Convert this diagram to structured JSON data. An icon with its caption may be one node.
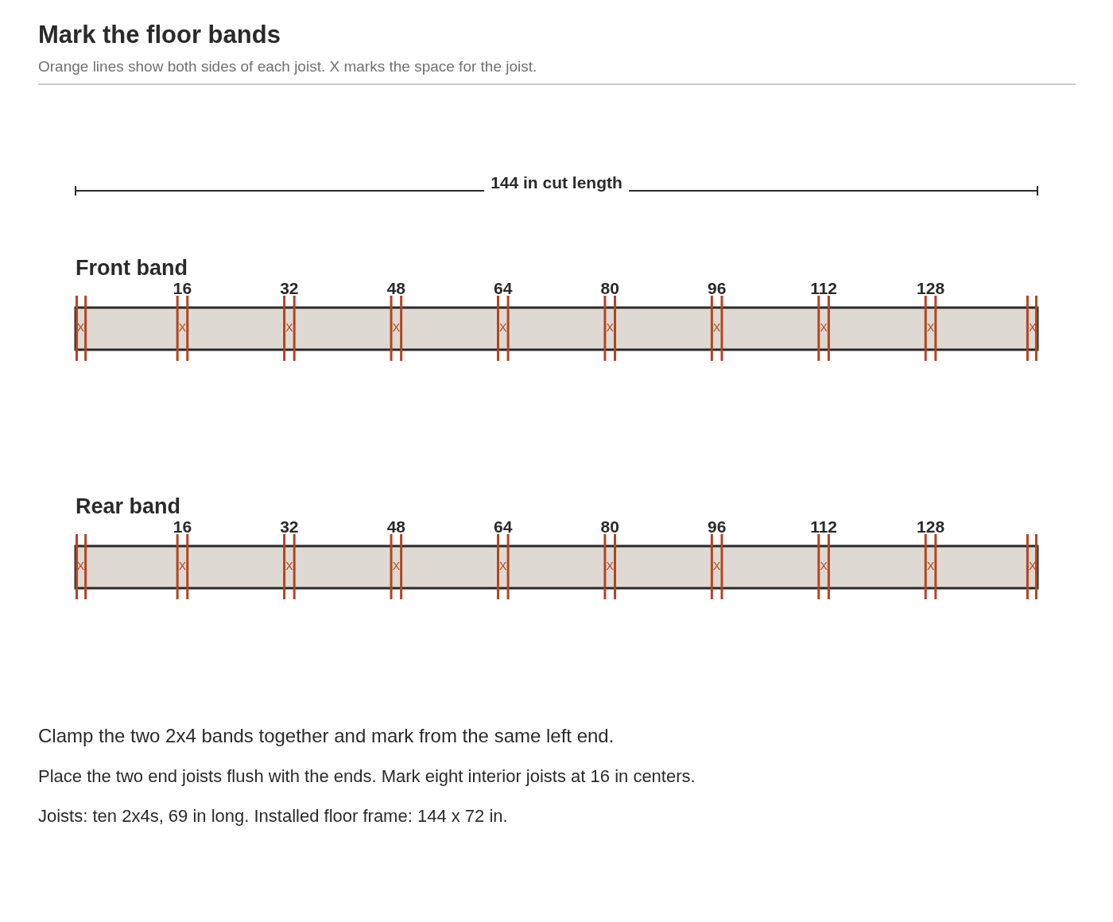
{
  "diagram": {
    "title": "Mark the floor bands",
    "nodes": [
      {
        "text": [
          "Front band",
          "X",
          "X",
          "X",
          "X",
          "X",
          "X",
          "X",
          "X",
          "X",
          "X"
        ],
        "beside": [
          "16",
          "32",
          "48",
          "64",
          "80",
          "96",
          "112",
          "128"
        ]
      },
      {
        "text": [
          "Rear band",
          "X",
          "X",
          "X",
          "X",
          "X",
          "X",
          "X",
          "X",
          "X",
          "X"
        ],
        "beside": [
          "16",
          "32",
          "48",
          "64",
          "80",
          "96",
          "112",
          "128"
        ]
      }
    ],
    "labels": [
      "Orange lines show both sides of each joist. X marks the space for the joist.",
      "144 in cut length",
      "Clamp the two 2x4 bands together and mark from the same left end.",
      "Place the two end joists flush with the ends. Mark eight interior joists at 16 in centers.",
      "Joists: ten 2x4s, 69 in long. Installed floor frame: 144 x 72 in."
    ]
  }
}
